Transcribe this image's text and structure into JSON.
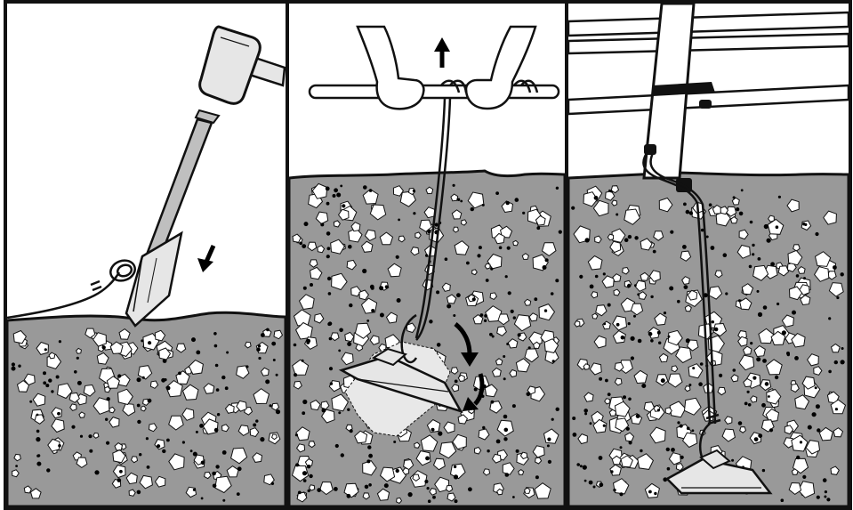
{
  "figure": {
    "panels": [
      {
        "step": "drive-anchor"
      },
      {
        "step": "set-anchor"
      },
      {
        "step": "secure-anchor"
      }
    ]
  },
  "colors": {
    "soil": "#999999",
    "outline": "#111111",
    "sky": "#ffffff",
    "rod": "#bfbfbf",
    "anchor": "#e6e6e6",
    "rock": "#ffffff",
    "pebble": "#000000"
  }
}
